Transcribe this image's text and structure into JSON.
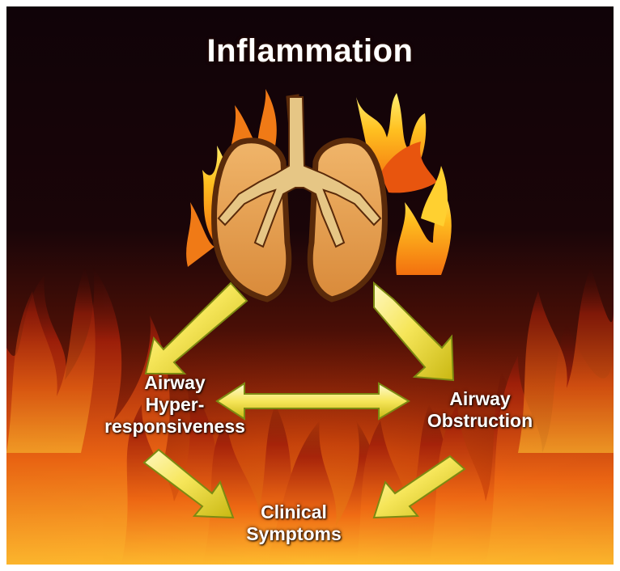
{
  "diagram": {
    "title": "Inflammation",
    "nodes": {
      "hyperresponsiveness": {
        "lines": [
          "Airway",
          "Hyper-",
          "responsiveness"
        ]
      },
      "obstruction": {
        "lines": [
          "Airway",
          "Obstruction"
        ]
      },
      "clinical": {
        "lines": [
          "Clinical",
          "Symptoms"
        ]
      }
    },
    "edges": [
      {
        "from": "Inflammation",
        "to": "Airway Hyper-responsiveness",
        "direction": "one-way"
      },
      {
        "from": "Inflammation",
        "to": "Airway Obstruction",
        "direction": "one-way"
      },
      {
        "from": "Airway Hyper-responsiveness",
        "to": "Airway Obstruction",
        "direction": "two-way"
      },
      {
        "from": "Airway Hyper-responsiveness",
        "to": "Clinical Symptoms",
        "direction": "one-way"
      },
      {
        "from": "Airway Obstruction",
        "to": "Clinical Symptoms",
        "direction": "one-way"
      }
    ],
    "illustration": "lungs-on-fire-icon",
    "colors": {
      "background_top": "#120308",
      "fire_red": "#b3260a",
      "fire_orange": "#f07a16",
      "fire_yellow": "#ffe23a",
      "lung_fill": "#e9a55a",
      "lung_outline": "#5a2a0a",
      "trachea": "#e6c685",
      "arrow_fill": "#f2df3a",
      "arrow_outline": "#7c8a12",
      "text": "#ffffff"
    }
  }
}
